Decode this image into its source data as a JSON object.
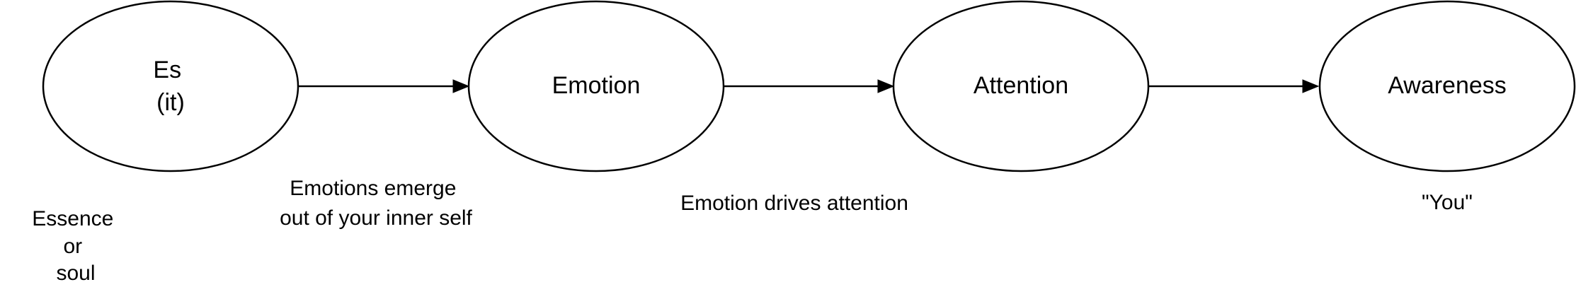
{
  "diagram": {
    "nodes": [
      {
        "id": "es",
        "lines": [
          "Es",
          "(it)"
        ]
      },
      {
        "id": "emotion",
        "lines": [
          "Emotion"
        ]
      },
      {
        "id": "attention",
        "lines": [
          "Attention"
        ]
      },
      {
        "id": "awareness",
        "lines": [
          "Awareness"
        ]
      }
    ],
    "edges": [
      {
        "from": "es",
        "to": "emotion"
      },
      {
        "from": "emotion",
        "to": "attention"
      },
      {
        "from": "attention",
        "to": "awareness"
      }
    ],
    "notes": [
      {
        "id": "essence",
        "lines": [
          "Essence",
          "or",
          "soul"
        ]
      },
      {
        "id": "emerge",
        "lines": [
          "Emotions emerge",
          "out of your inner self"
        ]
      },
      {
        "id": "drives",
        "lines": [
          "Emotion drives attention"
        ]
      },
      {
        "id": "you",
        "lines": [
          "\"You\""
        ]
      }
    ]
  }
}
